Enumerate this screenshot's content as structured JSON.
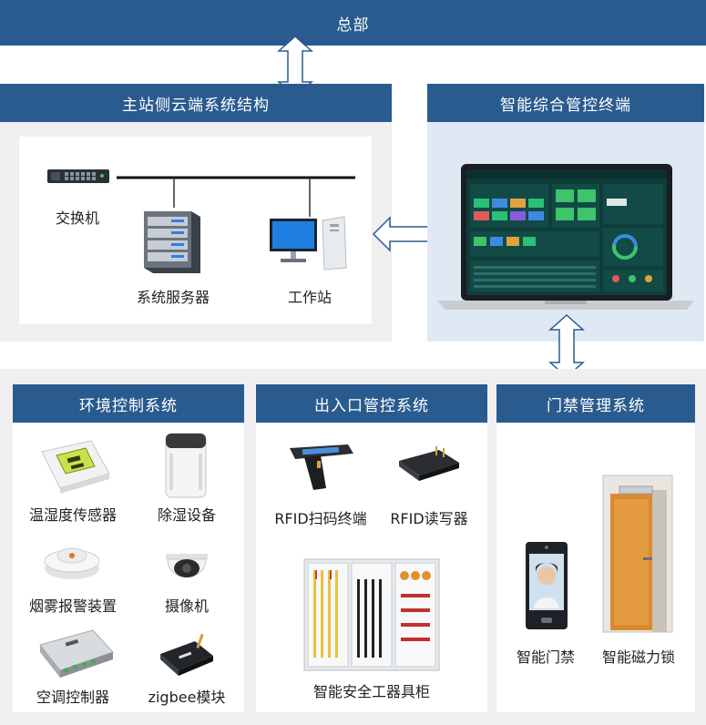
{
  "top": {
    "title": "总部"
  },
  "cloud": {
    "title": "主站侧云端系统结构",
    "devices": [
      "交换机",
      "系统服务器",
      "工作站"
    ]
  },
  "terminal": {
    "title": "智能综合管控终端"
  },
  "env": {
    "title": "环境控制系统",
    "items": [
      "温湿度传感器",
      "除湿设备",
      "烟雾报警装置",
      "摄像机",
      "空调控制器",
      "zigbee模块"
    ]
  },
  "entry": {
    "title": "出入口管控系统",
    "items": [
      "RFID扫码终端",
      "RFID读写器",
      "智能安全工器具柜"
    ]
  },
  "door": {
    "title": "门禁管理系统",
    "items": [
      "智能门禁",
      "智能磁力锁"
    ]
  },
  "colors": {
    "header": "#2a5b8f",
    "panel": "#efeff0",
    "terminal_panel": "#dfe9f3",
    "arrow": "#2a5b8f"
  }
}
